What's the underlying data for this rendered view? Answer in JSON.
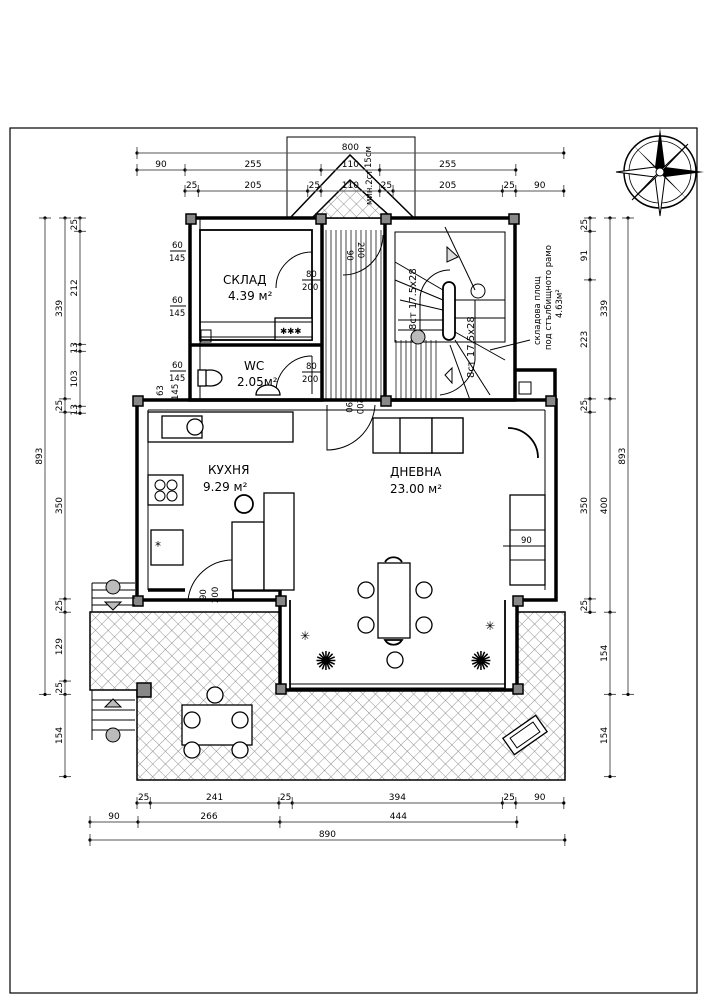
{
  "rooms": {
    "storage": {
      "name": "СКЛАД",
      "area": "4.39 м²"
    },
    "wc": {
      "name": "WC",
      "area": "2.05м²"
    },
    "kitchen": {
      "name": "КУХНЯ",
      "area": "9.29 м²"
    },
    "living": {
      "name": "ДНЕВНА",
      "area": "23.00 м²"
    }
  },
  "openings": {
    "window_1": {
      "w": "60",
      "h": "145"
    },
    "window_2": {
      "w": "60",
      "h": "145"
    },
    "window_3": {
      "w": "60",
      "h": "145"
    },
    "window_4": {
      "w": "63",
      "h": "145"
    },
    "door_storage": {
      "w": "80",
      "h": "200"
    },
    "door_wc": {
      "w": "80",
      "h": "200"
    },
    "door_entrance": {
      "w": "90",
      "h": "200"
    },
    "door_hall": {
      "w": "90",
      "h": "200"
    },
    "door_kitchen": {
      "w": "90",
      "h": "200"
    },
    "living_niche": "90"
  },
  "stairs": {
    "flight_1": "8ст 17.5x28",
    "flight_2": "8ст 17.5x28",
    "entrance_steps_a": "мин.2ст",
    "entrance_steps_b": "15см",
    "storage_note": [
      "складова площ",
      "под стълбищното рамо",
      "4.63м²"
    ]
  },
  "dimensions": {
    "top_overall": [
      800
    ],
    "top_middle": [
      90,
      255,
      110,
      255
    ],
    "top_inner": [
      25,
      205,
      25,
      110,
      25,
      205,
      25,
      90
    ],
    "bottom_inner": [
      25,
      241,
      25,
      394,
      25,
      90
    ],
    "bottom_middle": [
      90,
      266,
      444
    ],
    "bottom_overall": [
      890
    ],
    "left_inner": [
      25,
      212,
      13,
      103,
      13
    ],
    "left_middle": [
      339,
      25,
      350,
      25,
      129,
      25,
      154
    ],
    "left_overall": [
      893
    ],
    "right_inner": [
      25,
      91,
      223,
      25,
      350,
      25
    ],
    "right_middle": [
      339,
      400,
      154,
      154
    ],
    "right_overall": [
      893
    ]
  },
  "colors": {
    "line": "#000000",
    "column": "#888888",
    "dimension": "#555555"
  }
}
